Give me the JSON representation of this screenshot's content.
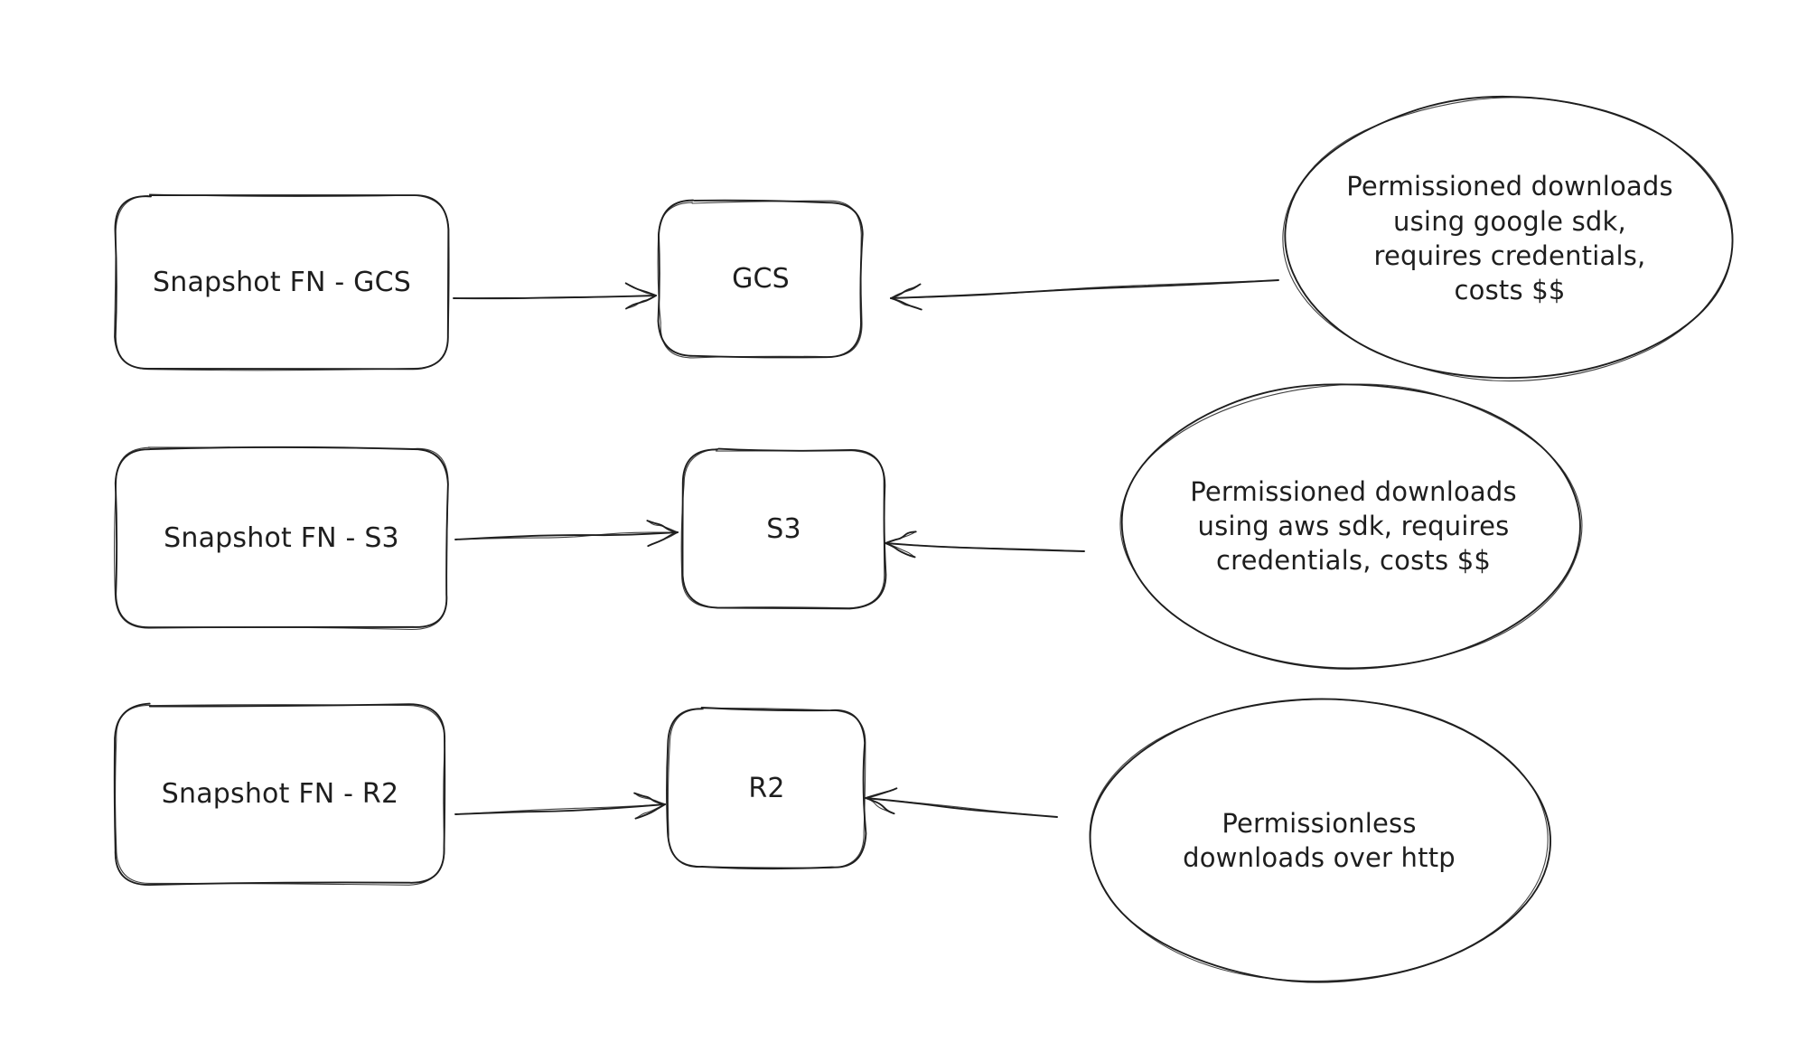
{
  "canvas": {
    "background": "#ffffff",
    "ink": "#1e1e1e"
  },
  "nodes": [
    {
      "id": "snapshot-gcs",
      "label": "Snapshot FN - GCS"
    },
    {
      "id": "gcs",
      "label": "GCS"
    },
    {
      "id": "snapshot-s3",
      "label": "Snapshot FN - S3"
    },
    {
      "id": "s3",
      "label": "S3"
    },
    {
      "id": "snapshot-r2",
      "label": "Snapshot FN - R2"
    },
    {
      "id": "r2",
      "label": "R2"
    }
  ],
  "annotations": [
    {
      "id": "gcs-note",
      "text": "Permissioned downloads\nusing google sdk,\nrequires credentials,\ncosts $$"
    },
    {
      "id": "s3-note",
      "text": "Permissioned downloads\nusing aws sdk, requires\ncredentials, costs $$"
    },
    {
      "id": "r2-note",
      "text": "Permissionless\ndownloads over http"
    }
  ],
  "edges": [
    {
      "from": "snapshot-gcs",
      "to": "gcs"
    },
    {
      "from": "gcs-note",
      "to": "gcs"
    },
    {
      "from": "snapshot-s3",
      "to": "s3"
    },
    {
      "from": "s3-note",
      "to": "s3"
    },
    {
      "from": "snapshot-r2",
      "to": "r2"
    },
    {
      "from": "r2-note",
      "to": "r2"
    }
  ]
}
